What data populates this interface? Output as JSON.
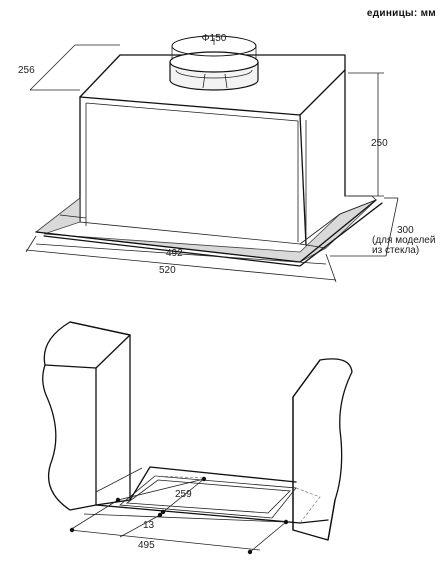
{
  "units_label": "единицы: мм",
  "hood": {
    "duct_diameter": "Φ150",
    "depth": "256",
    "height": "250",
    "inner_width": "492",
    "outer_width": "520",
    "glass_depth_value": "300",
    "glass_depth_note_1": "(для моделей",
    "glass_depth_note_2": "из стекла)"
  },
  "cutout": {
    "hole_width": "259",
    "offset": "13",
    "cabinet_width": "495"
  }
}
